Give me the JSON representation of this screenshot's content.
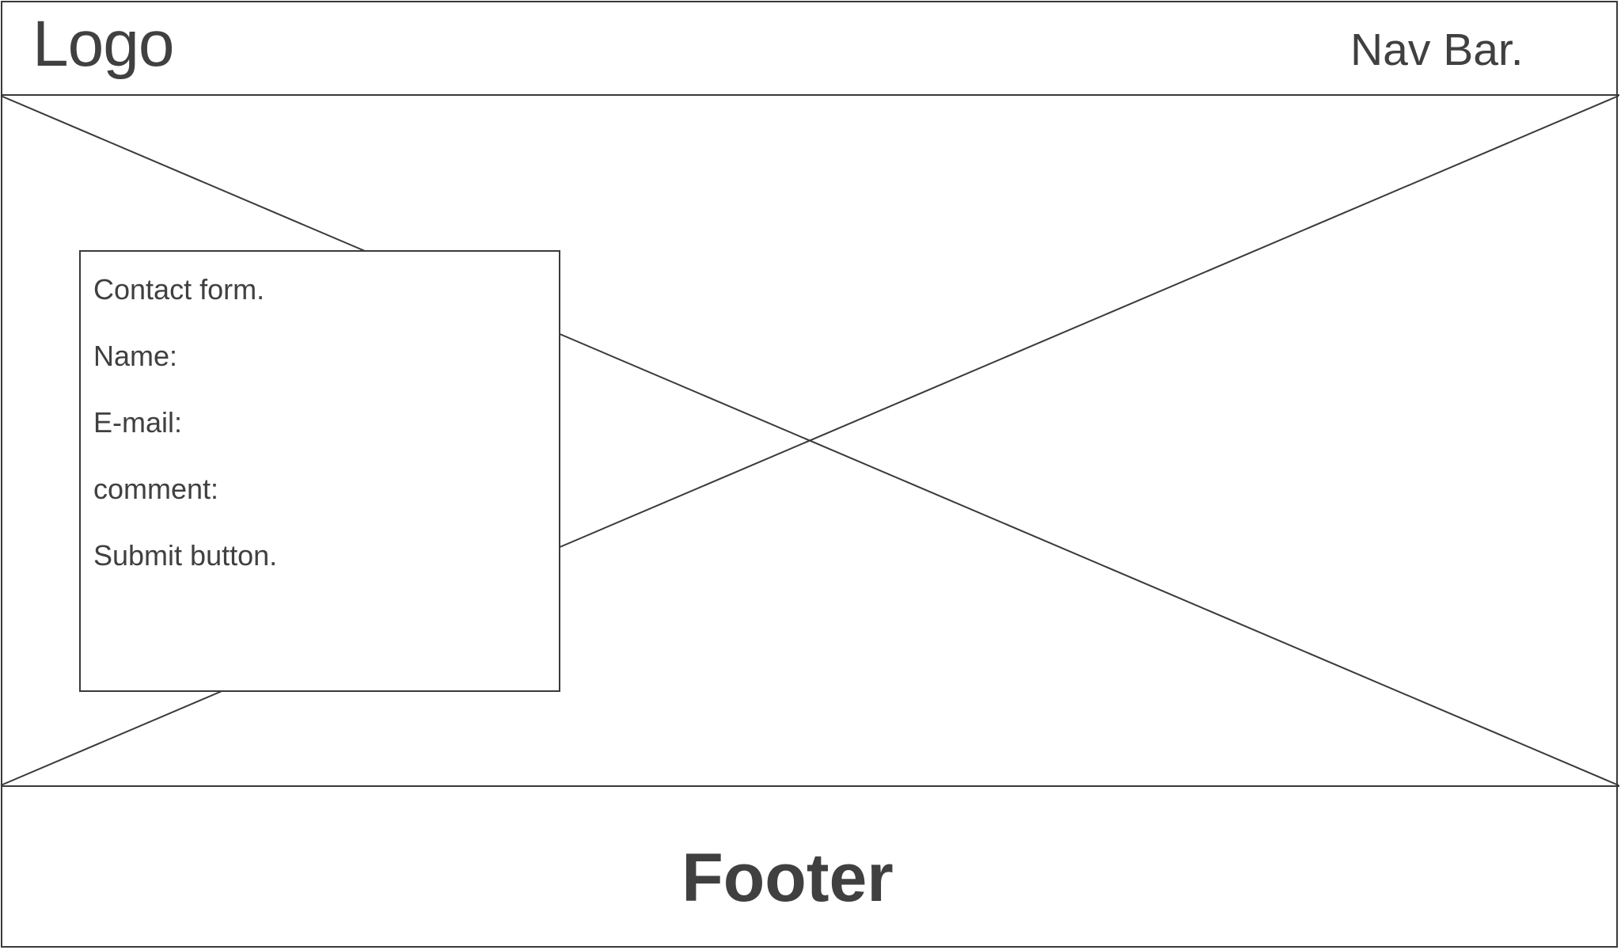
{
  "header": {
    "logo": "Logo",
    "nav": "Nav Bar."
  },
  "contact_form": {
    "title": "Contact form.",
    "name_label": "Name:",
    "email_label": "E-mail:",
    "comment_label": "comment:",
    "submit_label": "Submit button."
  },
  "footer": {
    "label": "Footer"
  },
  "colors": {
    "stroke": "#3a3a3a",
    "text": "#404040",
    "background": "#ffffff"
  }
}
